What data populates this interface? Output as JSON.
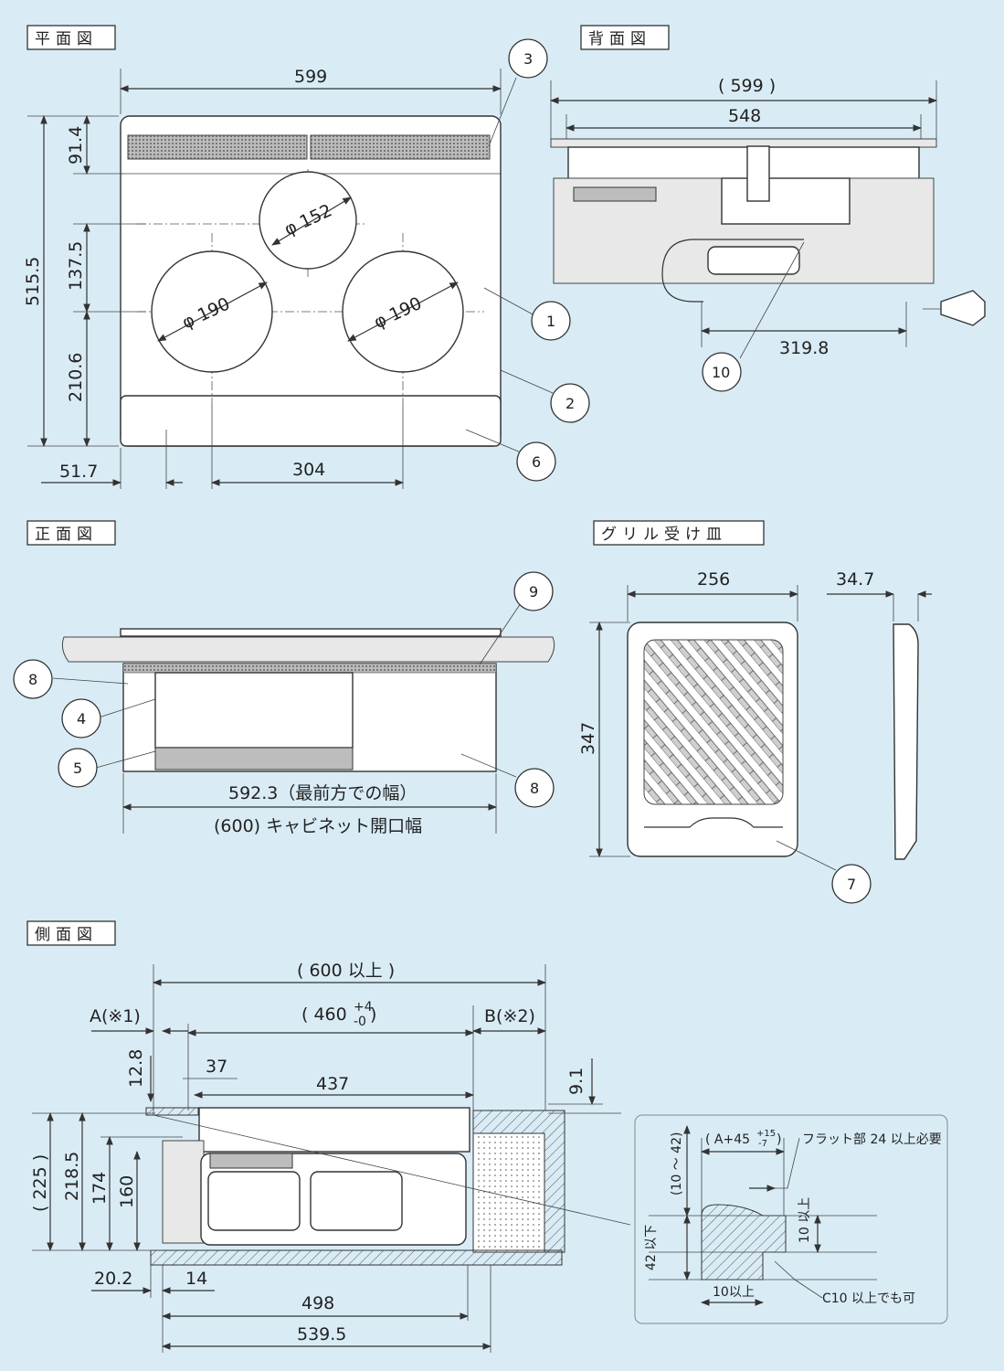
{
  "views": {
    "plan": "平面図",
    "back": "背面図",
    "front": "正面図",
    "grill": "グリル受け皿",
    "side": "側面図"
  },
  "plan": {
    "width": "599",
    "depth": "515.5",
    "d_top": "91.4",
    "d_mid": "137.5",
    "d_bot": "210.6",
    "left_off": "51.7",
    "burner_pitch": "304",
    "burner_small": "φ 152",
    "burner_left": "φ 190",
    "burner_right": "φ 190"
  },
  "back": {
    "overall": "( 599 )",
    "width": "548",
    "cord": "319.8"
  },
  "front": {
    "width": "592.3（最前方での幅）",
    "cabinet": "(600) キャビネット開口幅"
  },
  "grill": {
    "width": "256",
    "depth": "347",
    "thick": "34.7"
  },
  "side": {
    "overall": "( 600 以上 )",
    "cut": "( 460",
    "cut_tol_plus": "+4",
    "cut_tol_minus": "-0",
    "cut_close": ")",
    "a_label": "A(※1)",
    "b_label": "B(※2)",
    "d128": "12.8",
    "d37": "37",
    "d437": "437",
    "d91": "9.1",
    "h225": "( 225 )",
    "h2185": "218.5",
    "h174": "174",
    "h160": "160",
    "d202": "20.2",
    "d14": "14",
    "d498": "498",
    "d5395": "539.5"
  },
  "detail": {
    "a45": "( A+45",
    "a45_plus": "+15",
    "a45_minus": "-7",
    "a45_close": ")",
    "flat": "フラット部 24 以上必要",
    "v10_42": "(10 ～ 42)",
    "v42": "42 以下",
    "v10": "10 以上",
    "h10": "10以上",
    "c10": "C10 以上でも可"
  },
  "callouts": [
    "1",
    "2",
    "3",
    "4",
    "5",
    "6",
    "7",
    "8",
    "8",
    "9",
    "10"
  ]
}
